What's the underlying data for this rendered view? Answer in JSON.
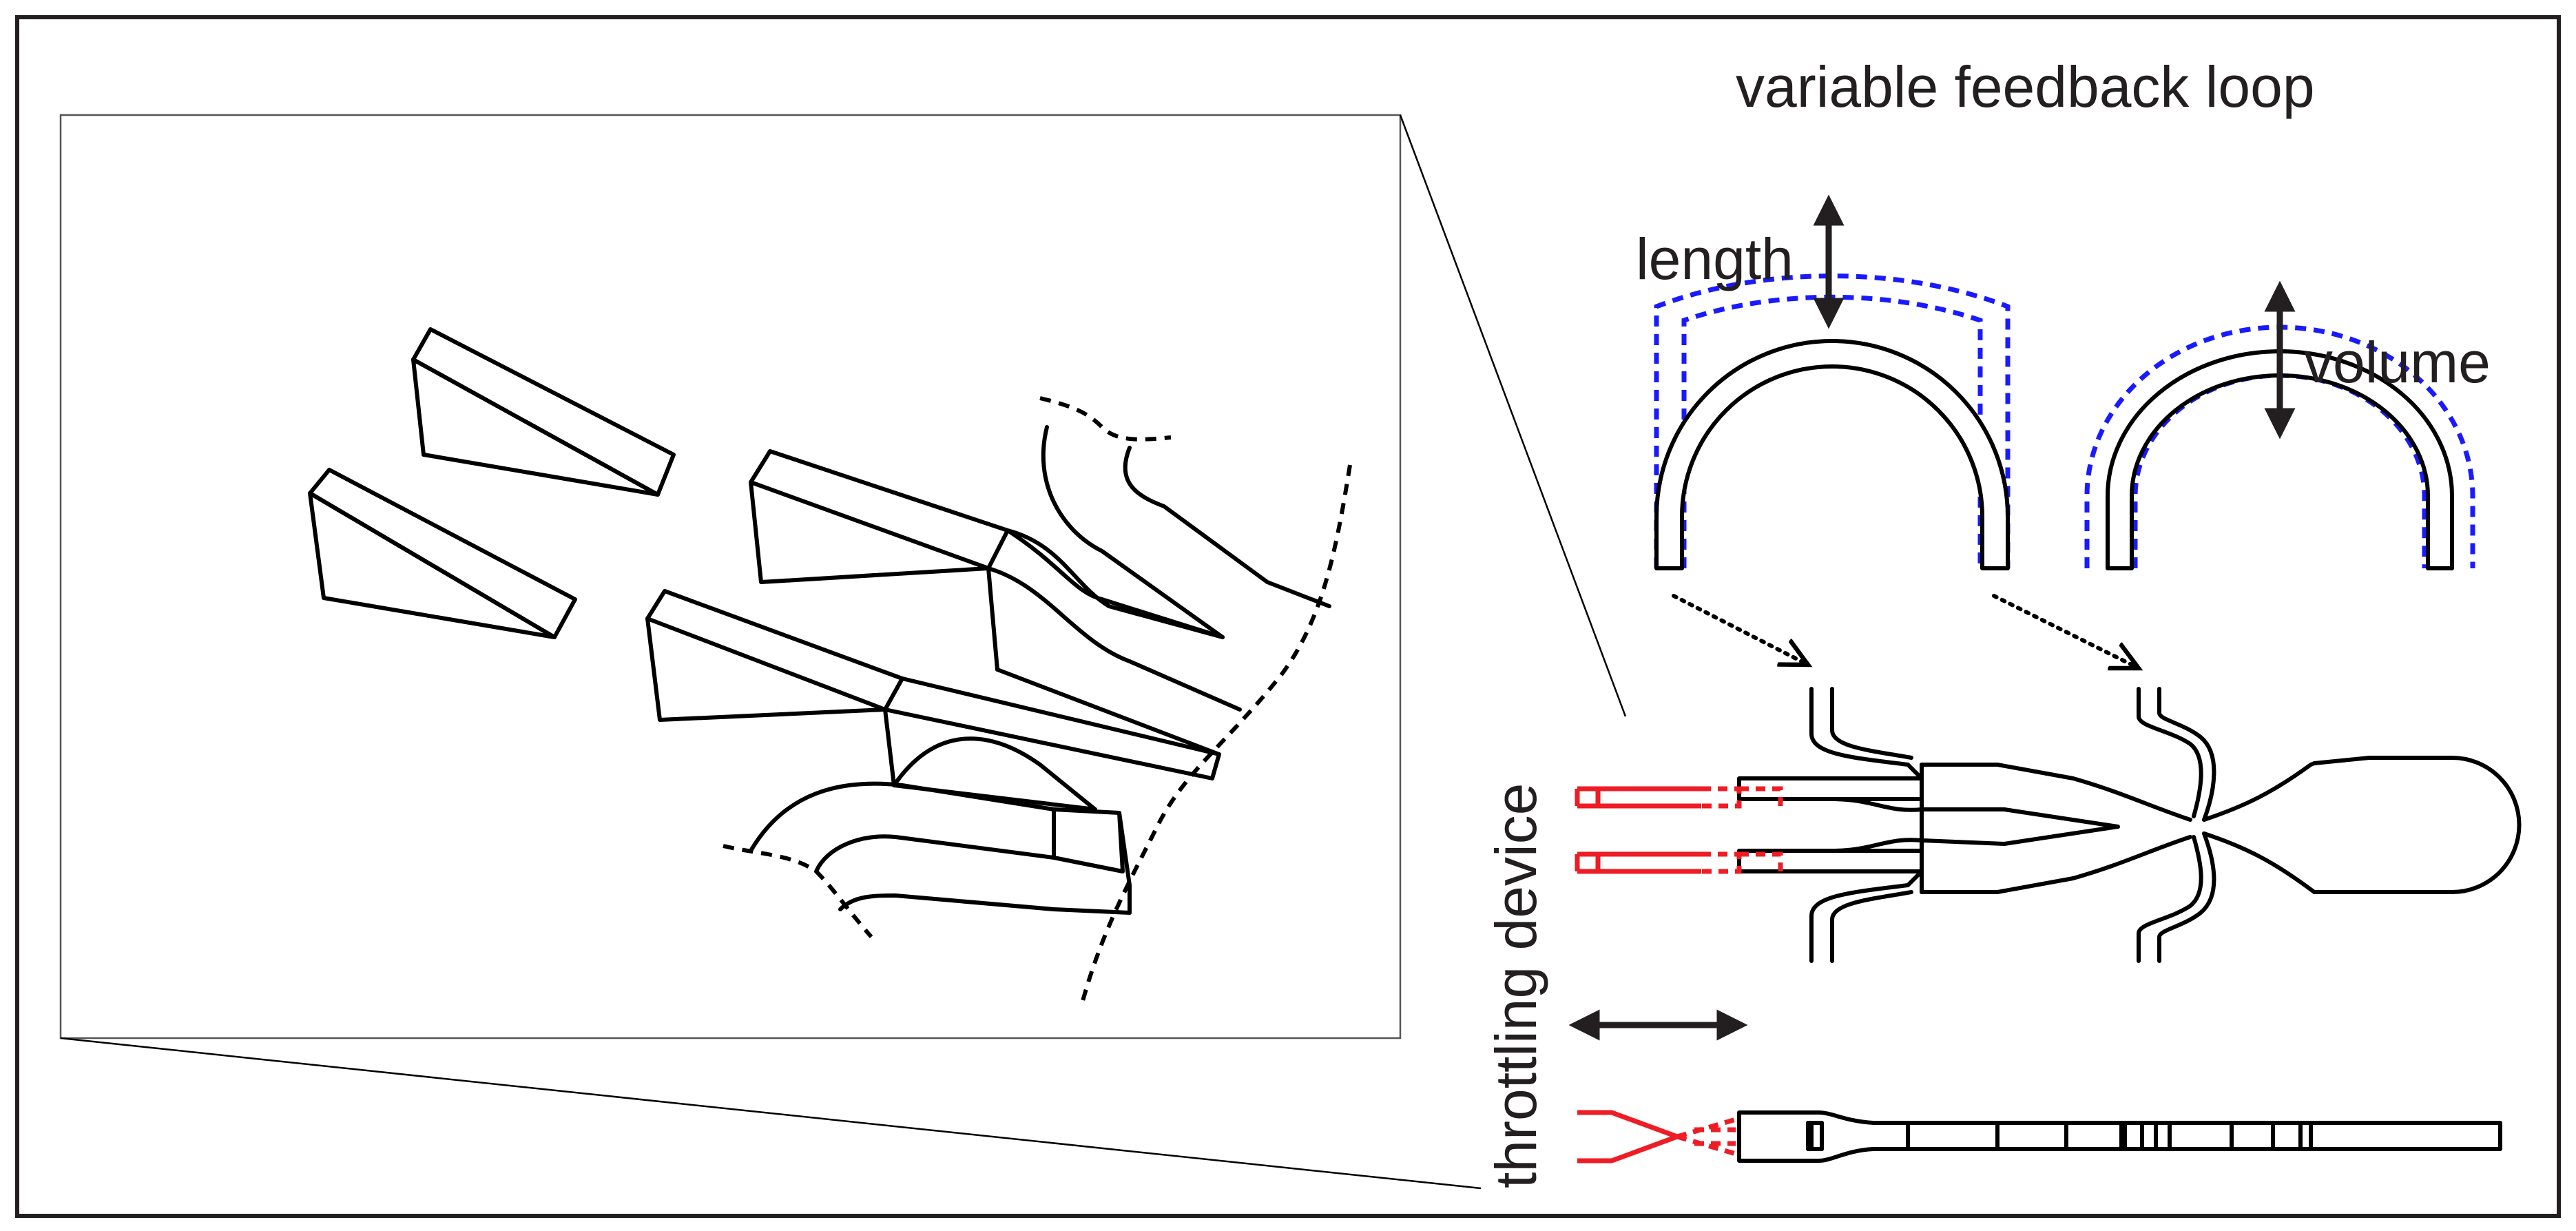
{
  "labels": {
    "feedback_loop": "variable feedback loop",
    "length": "length",
    "volume": "volume",
    "throttling": "throttling device"
  },
  "colors": {
    "outline": "#000000",
    "feedback_variation": "#1a1aff",
    "throttling_device": "#ee1c24"
  },
  "icons": {
    "double_arrow": "double-arrow-icon",
    "dotted_arrow": "dotted-arrow-icon"
  }
}
